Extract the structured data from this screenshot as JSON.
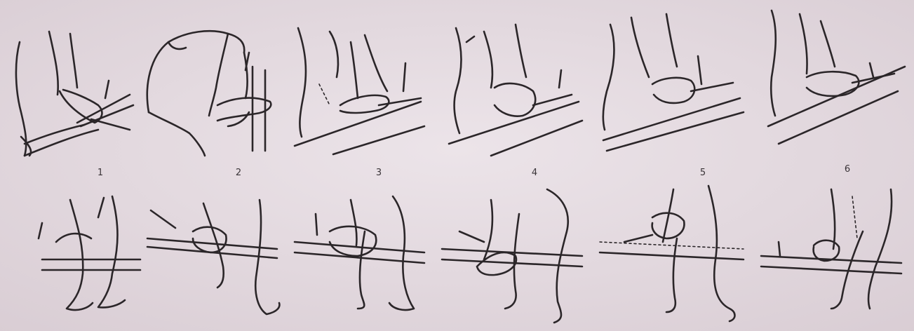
{
  "figure": {
    "step_labels": [
      "1",
      "2",
      "3",
      "4",
      "5",
      "6"
    ]
  }
}
